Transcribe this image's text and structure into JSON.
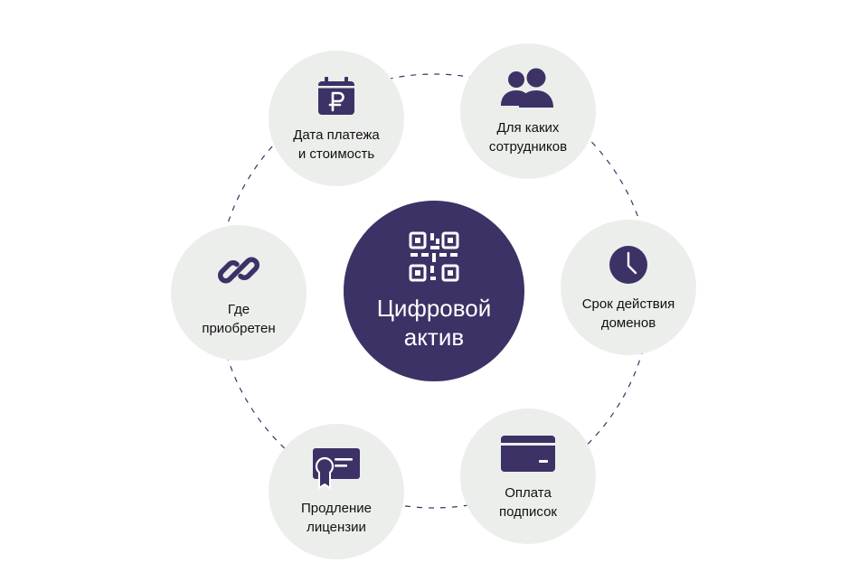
{
  "center": {
    "title": "Цифровой\nактив",
    "icon": "qr-code-icon"
  },
  "nodes": [
    {
      "id": "payment",
      "icon": "calendar-ruble-icon",
      "label": "Дата платежа\nи стоимость"
    },
    {
      "id": "staff",
      "icon": "users-icon",
      "label": "Для каких\nсотрудников"
    },
    {
      "id": "domains",
      "icon": "clock-icon",
      "label": "Срок действия\nдоменов"
    },
    {
      "id": "subs",
      "icon": "credit-card-icon",
      "label": "Оплата\nподписок"
    },
    {
      "id": "license",
      "icon": "certificate-icon",
      "label": "Продление\nлицензии"
    },
    {
      "id": "where",
      "icon": "link-icon",
      "label": "Где\nприобретен"
    }
  ],
  "colors": {
    "accent": "#3d3266",
    "node_bg": "#eceeec",
    "text": "#111111",
    "ring": "#3d3266"
  }
}
